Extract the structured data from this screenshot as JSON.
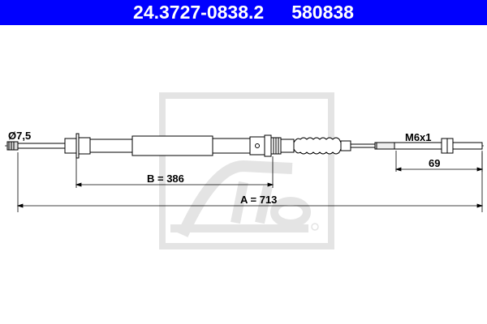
{
  "header": {
    "part_number": "24.3727-0838.2",
    "ref_number": "580838",
    "background_color": "#0000ff"
  },
  "drawing": {
    "subject": "brake cable",
    "labels": {
      "diameter": "Ø7,5",
      "thread": "M6x1",
      "dim_end": "69",
      "dim_b": "B = 386",
      "dim_a": "A = 713"
    },
    "watermark": {
      "text": "Ate",
      "registered_mark": "®",
      "color": "#e6e6e6"
    }
  }
}
